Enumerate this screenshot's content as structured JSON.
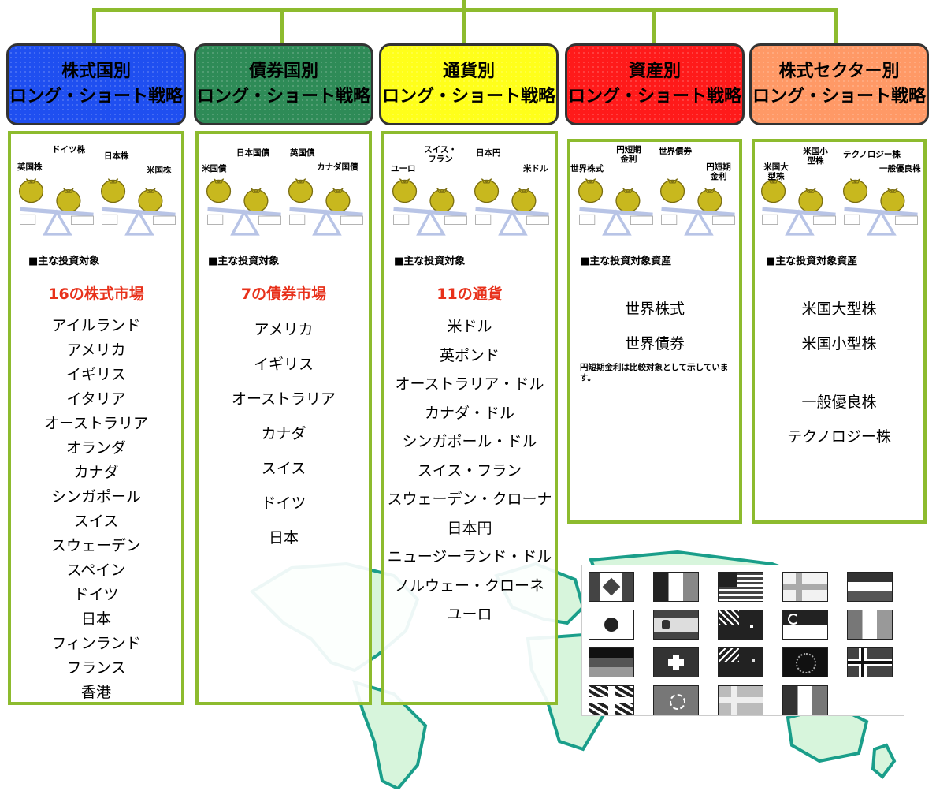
{
  "columns": [
    {
      "header": {
        "line1": "株式国別",
        "line2": "ロング・ショート戦略",
        "color": "#1f4ff0"
      },
      "scale_labels": [
        "英国株",
        "ドイツ株",
        "日本株",
        "米国株"
      ],
      "section_label": "■主な投資対象",
      "market_label": "16の株式市場",
      "items": [
        "アイルランド",
        "アメリカ",
        "イギリス",
        "イタリア",
        "オーストラリア",
        "オランダ",
        "カナダ",
        "シンガポール",
        "スイス",
        "スウェーデン",
        "スペイン",
        "ドイツ",
        "日本",
        "フィンランド",
        "フランス",
        "香港"
      ]
    },
    {
      "header": {
        "line1": "債券国別",
        "line2": "ロング・ショート戦略",
        "color": "#2e8b57"
      },
      "scale_labels": [
        "米国債",
        "日本国債",
        "英国債",
        "カナダ国債"
      ],
      "section_label": "■主な投資対象",
      "market_label": "7の債券市場",
      "items": [
        "アメリカ",
        "イギリス",
        "オーストラリア",
        "カナダ",
        "スイス",
        "ドイツ",
        "日本"
      ]
    },
    {
      "header": {
        "line1": "通貨別",
        "line2": "ロング・ショート戦略",
        "color": "#ffff1a"
      },
      "scale_labels": [
        "ユーロ",
        "スイス・フラン",
        "日本円",
        "米ドル"
      ],
      "section_label": "■主な投資対象",
      "market_label": "11の通貨",
      "items": [
        "米ドル",
        "英ポンド",
        "オーストラリア・ドル",
        "カナダ・ドル",
        "シンガポール・ドル",
        "スイス・フラン",
        "スウェーデン・クローナ",
        "日本円",
        "ニュージーランド・ドル",
        "ノルウェー・クローネ",
        "ユーロ"
      ]
    },
    {
      "header": {
        "line1": "資産別",
        "line2": "ロング・ショート戦略",
        "color": "#ff1a1a"
      },
      "scale_labels": [
        "世界株式",
        "円短期金利",
        "世界債券",
        "円短期金利"
      ],
      "section_label": "■主な投資対象資産",
      "items": [
        "世界株式",
        "世界債券"
      ],
      "note": "円短期金利は比較対象として示しています。"
    },
    {
      "header": {
        "line1": "株式セクター別",
        "line2": "ロング・ショート戦略",
        "color": "#ff9966"
      },
      "scale_labels": [
        "米国大型株",
        "米国小型株",
        "テクノロジー株",
        "一般優良株"
      ],
      "section_label": "■主な投資対象資産",
      "items": [
        "米国大型株",
        "米国小型株",
        "一般優良株",
        "テクノロジー株"
      ]
    }
  ],
  "colors": {
    "connector": "#8dbb2e",
    "market_label": "#e8311b",
    "gold": "#c8b81e",
    "scale": "#b8c4e6",
    "map_land": "#d7f5dc",
    "map_coast": "#1a9e8a"
  }
}
